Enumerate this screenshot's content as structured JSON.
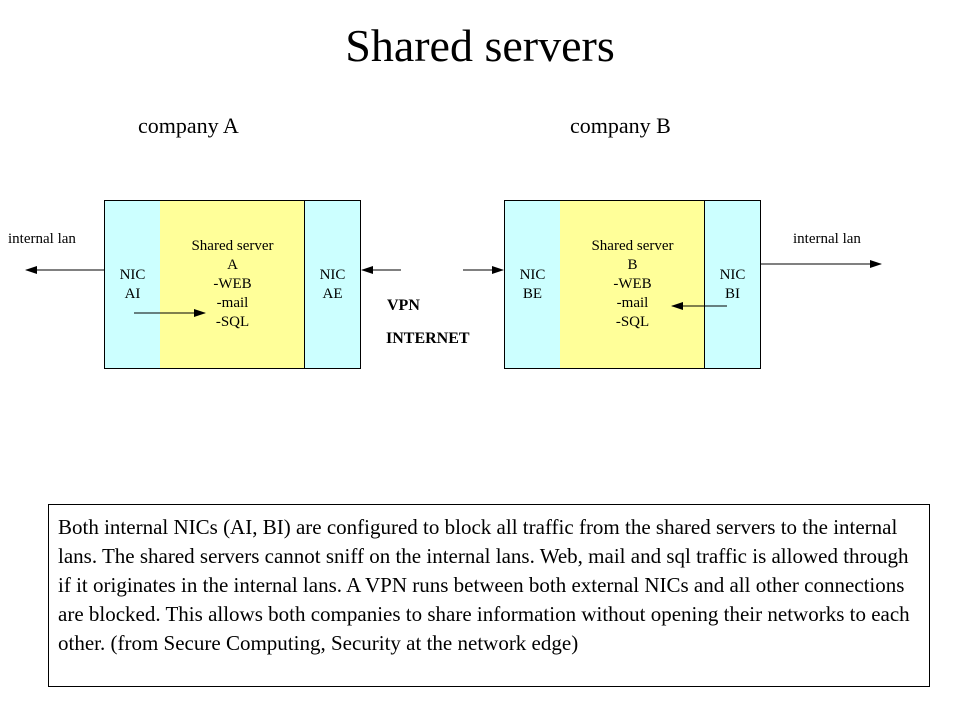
{
  "title": "Shared servers",
  "company_a": {
    "label": "company A",
    "nic_internal": "NIC\nAI",
    "server": "Shared server\nA\n-WEB\n-mail\n-SQL",
    "nic_external": "NIC\nAE",
    "lan_label": "internal lan"
  },
  "company_b": {
    "label": "company B",
    "nic_external": "NIC\nBE",
    "server": "Shared server\nB\n-WEB\n-mail\n-SQL",
    "nic_internal": "NIC\nBI",
    "lan_label": "internal lan"
  },
  "link": {
    "vpn": "VPN",
    "internet": "INTERNET"
  },
  "description": "Both internal NICs (AI, BI) are configured to block all traffic from the shared servers to the internal lans. The shared servers cannot sniff on the internal lans. Web, mail and sql traffic is allowed through if it originates in the internal lans. A VPN runs between both external NICs and all other connections are blocked. This allows both companies to share information without opening their networks to each other. (from Secure Computing, Security at the network edge)"
}
